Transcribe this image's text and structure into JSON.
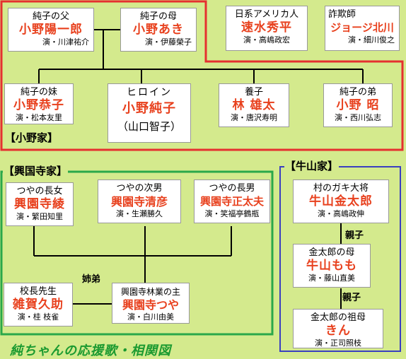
{
  "title": "純ちゃんの応援歌・相関図",
  "families": {
    "ono": "【小野家】",
    "kogoji": "【興国寺家】",
    "ushiyama": "【牛山家】"
  },
  "relations": {
    "shitei": "姉弟",
    "oyako1": "親子",
    "oyako2": "親子"
  },
  "people": {
    "ono_father": {
      "role": "純子の父",
      "name": "小野陽一郎",
      "actor": "演・川津祐介"
    },
    "ono_mother": {
      "role": "純子の母",
      "name": "小野あき",
      "actor": "演・伊藤榮子"
    },
    "hayami": {
      "role": "日系アメリカ人",
      "name": "速水秀平",
      "actor": "演・高嶋政宏"
    },
    "george": {
      "role": "詐欺師",
      "name": "ジョージ北川",
      "actor": "演・細川俊之"
    },
    "kyoko": {
      "role": "純子の妹",
      "name": "小野恭子",
      "actor": "演・松本友里"
    },
    "heroine": {
      "role": "ヒロイン",
      "name": "小野純子",
      "actor": "（山口智子）"
    },
    "yuta": {
      "role": "養子",
      "name": "林 雄太",
      "actor": "演・唐沢寿明"
    },
    "akira": {
      "role": "純子の弟",
      "name": "小野 昭",
      "actor": "演・西川弘志"
    },
    "aya": {
      "role": "つやの長女",
      "name": "興園寺綾",
      "actor": "演・繁田知里"
    },
    "kiyohiko": {
      "role": "つやの次男",
      "name": "興園寺清彦",
      "actor": "演・生瀬勝久"
    },
    "masadayu": {
      "role": "つやの長男",
      "name": "興園寺正太夫",
      "actor": "演・笑福亭鶴瓶"
    },
    "kinntaro": {
      "role": "村のガキ大将",
      "name": "牛山金太郎",
      "actor": "演・高嶋政伸"
    },
    "momo": {
      "role": "金太郎の母",
      "name": "牛山もも",
      "actor": "演・藤山直美"
    },
    "principal": {
      "role": "校長先生",
      "name": "雑賀久助",
      "actor": "演・桂 枝雀"
    },
    "tsuya": {
      "role": "興園寺林業の主",
      "name": "興園寺つや",
      "actor": "演・白川由美"
    },
    "kin": {
      "role": "金太郎の祖母",
      "name": "きん",
      "actor": "演・正司照枝"
    }
  },
  "colors": {
    "background": "#d4ea8d",
    "ono_border": "#e53030",
    "kogoji_border": "#2aa84a",
    "ushiyama_border": "#3a3fc0",
    "name": "#e8411e",
    "title": "#1b9a30"
  }
}
